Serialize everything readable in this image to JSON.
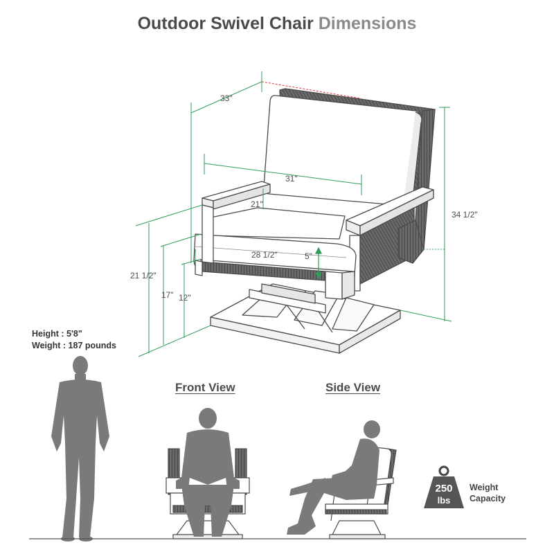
{
  "title": {
    "main": "Outdoor Swivel Chair",
    "accent": "Dimensions"
  },
  "dimensions": {
    "overall_width": "33\"",
    "seat_width": "31\"",
    "seat_depth": "21\"",
    "cushion_width": "28 1/2\"",
    "cushion_thickness": "5\"",
    "overall_height": "34 1/2\"",
    "arm_height": "21 1/2\"",
    "seat_height": "17\"",
    "base_height": "12\""
  },
  "person": {
    "height_label": "Height",
    "height_value": "5'8\"",
    "weight_label": "Weight",
    "weight_value": "187 pounds"
  },
  "views": {
    "front": "Front View",
    "side": "Side View"
  },
  "capacity": {
    "number": "250",
    "unit": "lbs",
    "line1": "Weight",
    "line2": "Capacity"
  },
  "colors": {
    "dimension_line": "#2e9e57",
    "leader_red": "#e0393e",
    "silhouette": "#7a7a7a",
    "weave": "#555555"
  }
}
